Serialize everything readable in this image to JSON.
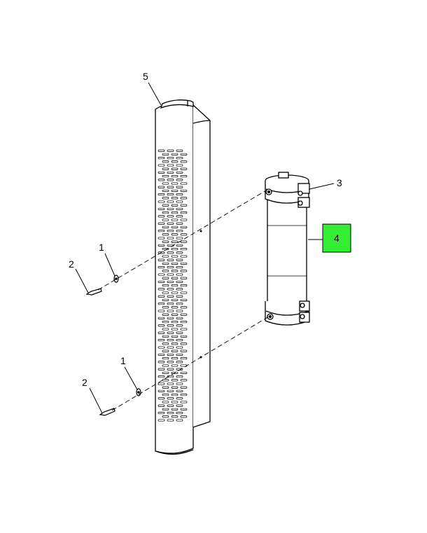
{
  "callouts": {
    "part1_upper": "1",
    "part1_lower": "1",
    "part2_upper": "2",
    "part2_lower": "2",
    "part3": "3",
    "part4": "4",
    "part5": "5"
  },
  "highlight_color": "#33ee33",
  "footer": {
    "left": "",
    "right": ""
  }
}
